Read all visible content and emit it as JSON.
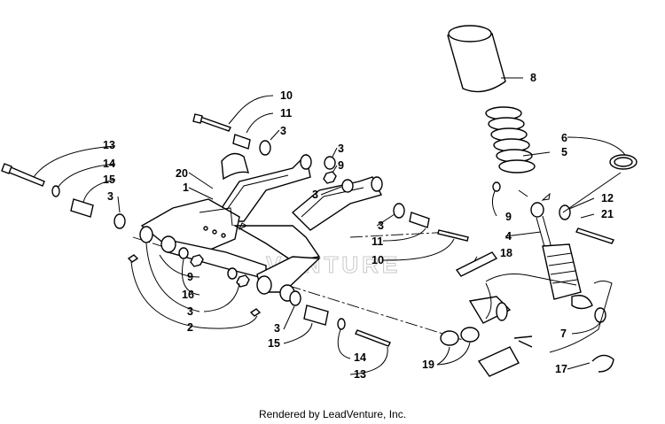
{
  "watermark": "VENTURE",
  "credit": "Rendered by LeadVenture, Inc.",
  "callouts": {
    "c1": "1",
    "c2": "2",
    "c3a": "3",
    "c3b": "3",
    "c3c": "3",
    "c3d": "3",
    "c3e": "3",
    "c3f": "3",
    "c3g": "3",
    "c4": "4",
    "c5": "5",
    "c6": "6",
    "c7": "7",
    "c8": "8",
    "c9a": "9",
    "c9b": "9",
    "c9c": "9",
    "c10a": "10",
    "c10b": "10",
    "c11a": "11",
    "c11b": "11",
    "c12": "12",
    "c13a": "13",
    "c13b": "13",
    "c14a": "14",
    "c14b": "14",
    "c15a": "15",
    "c15b": "15",
    "c16": "16",
    "c17": "17",
    "c18": "18",
    "c19": "19",
    "c20": "20",
    "c21": "21"
  }
}
